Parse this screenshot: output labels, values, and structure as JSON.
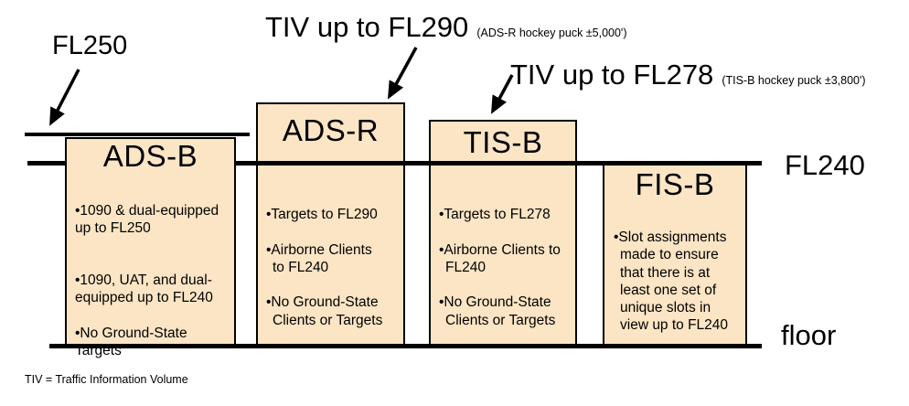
{
  "colors": {
    "box_fill": "#FBE5C5",
    "line": "#000000",
    "background": "#FFFFFF"
  },
  "annotations": {
    "fl250": {
      "label": "FL250"
    },
    "tiv290": {
      "label": "TIV up to FL290",
      "note": "(ADS-R hockey puck ±5,000')"
    },
    "tiv278": {
      "label": "TIV up to FL278",
      "note": "(TIS-B hockey puck ±3,800')"
    },
    "fl240": {
      "label": "FL240"
    },
    "floor": {
      "label": "floor"
    },
    "footnote": "TIV = Traffic Information Volume"
  },
  "boxes": [
    {
      "id": "ads-b",
      "title": "ADS-B",
      "bullets": [
        "•1090 & dual-equipped\nup to FL250",
        "•1090, UAT, and dual-\nequipped up to FL240",
        "•No Ground-State\nTargets"
      ]
    },
    {
      "id": "ads-r",
      "title": "ADS-R",
      "bullets": [
        "•Targets to FL290",
        "•Airborne Clients\nto FL240",
        "•No Ground-State\nClients or Targets"
      ]
    },
    {
      "id": "tis-b",
      "title": "TIS-B",
      "bullets": [
        "•Targets to FL278",
        "•Airborne Clients to\nFL240",
        "•No Ground-State\nClients or Targets"
      ]
    },
    {
      "id": "fis-b",
      "title": "FIS-B",
      "bullets": [
        "•Slot assignments\nmade to ensure\nthat there is at\nleast one set of\nunique slots in\nview up to FL240"
      ]
    }
  ]
}
